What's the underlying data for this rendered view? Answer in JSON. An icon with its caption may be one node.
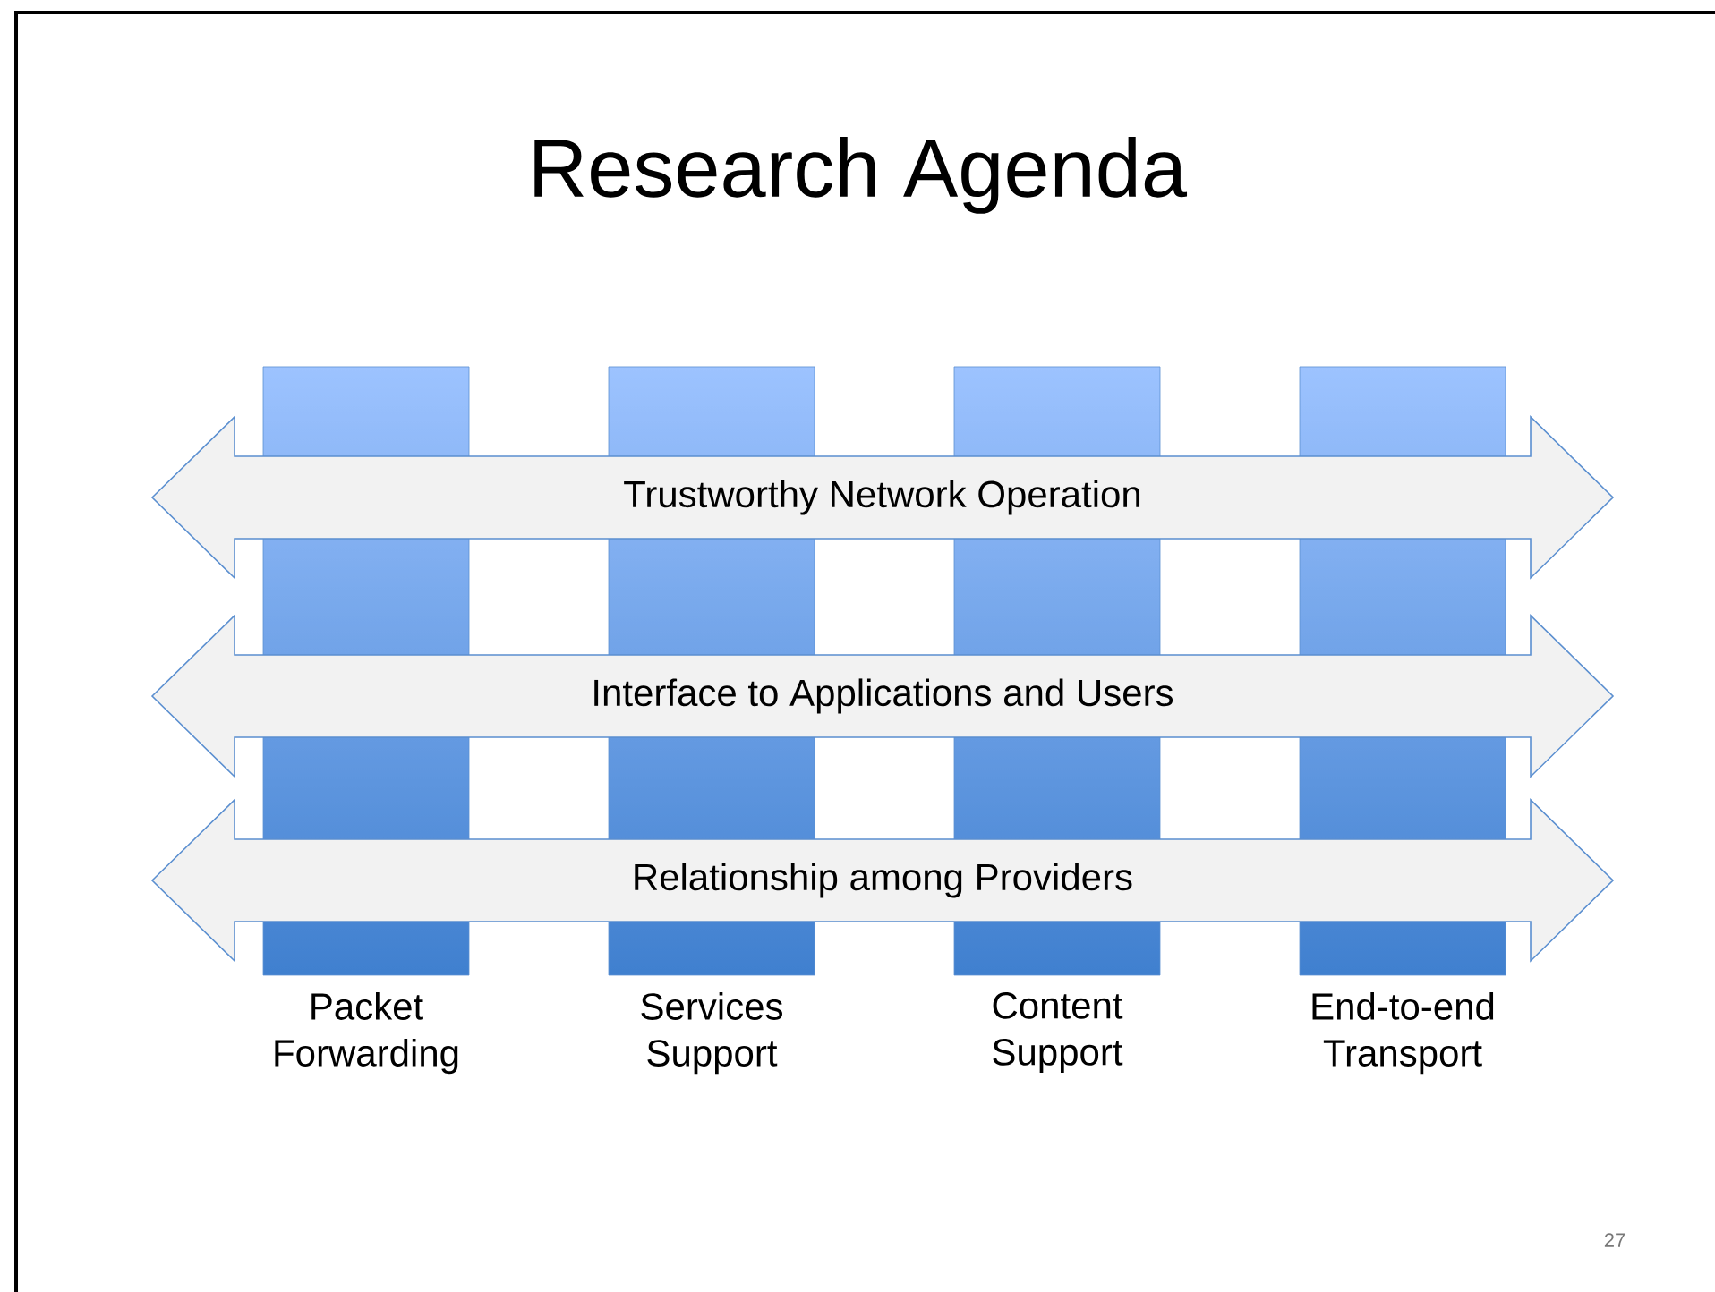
{
  "diagram": {
    "title": "Research Agenda",
    "nodes": [
      {
        "text": [
          "Packet Forwarding"
        ]
      },
      {
        "text": [
          "Services Support"
        ]
      },
      {
        "text": [
          "Content Support"
        ]
      },
      {
        "text": [
          "End-to-end Transport"
        ]
      },
      {
        "text": [
          "Trustworthy Network Operation"
        ]
      },
      {
        "text": [
          "Interface to Applications and Users"
        ]
      },
      {
        "text": [
          "Relationship among Providers"
        ]
      }
    ],
    "labels": [
      "27"
    ]
  }
}
